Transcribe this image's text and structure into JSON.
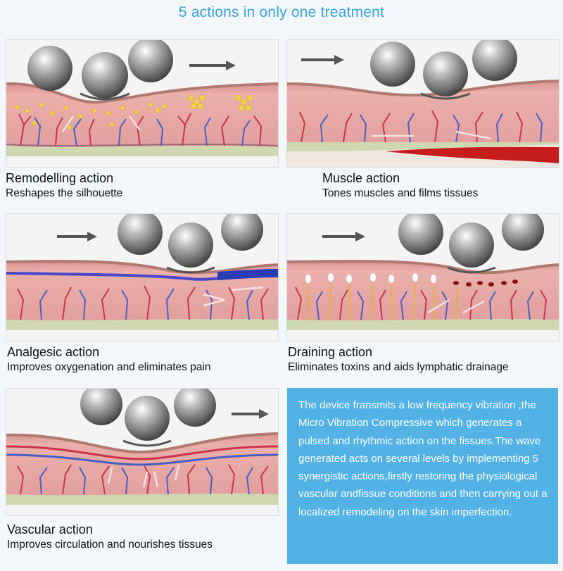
{
  "title": "5 actions in only one treatment",
  "actions": [
    {
      "name": "Remodelling action",
      "description": "Reshapes the silhouette"
    },
    {
      "name": "Muscle action",
      "description": "Tones muscles and films tissues"
    },
    {
      "name": "Analgesic action",
      "description": "Improves oxygenation and eliminates pain"
    },
    {
      "name": "Draining action",
      "description": "Eliminates toxins and aids lymphatic drainage"
    },
    {
      "name": "Vascular action",
      "description": "Improves circulation and nourishes tissues"
    }
  ],
  "info_text": "The device fransmits a low frequency vibration ,the Micro Vibration Compressive which generates a pulsed and rhythmic action on the fissues.The wave generated acts on several levels by implementing 5 synergistic actions,firstly restoring the physiological vascular andfissue conditions and then carrying out a localized remodeling on the skin imperfection.",
  "colors": {
    "title": "#3aa3e0",
    "info_box": "#52b2e5",
    "skin": "#e7a3a3",
    "vein_red": "#c8344a",
    "vein_blue": "#4a5ec2",
    "fat_yellow": "#f2d34a"
  },
  "icons": {
    "roller": "metal-ball",
    "direction": "arrow-right"
  }
}
